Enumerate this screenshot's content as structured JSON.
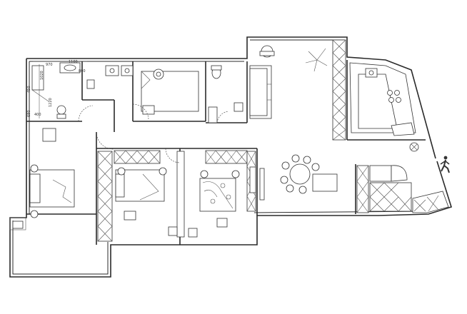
{
  "plan": {
    "dimensions": {
      "top_970": "970",
      "top_1100": "1100",
      "top_800": "800",
      "left_1020": "1020",
      "left_1220": "1220",
      "left_450": "450",
      "left_680": "680",
      "left_400": "400"
    },
    "icons": {
      "entrance": "walking-person-icon"
    }
  }
}
